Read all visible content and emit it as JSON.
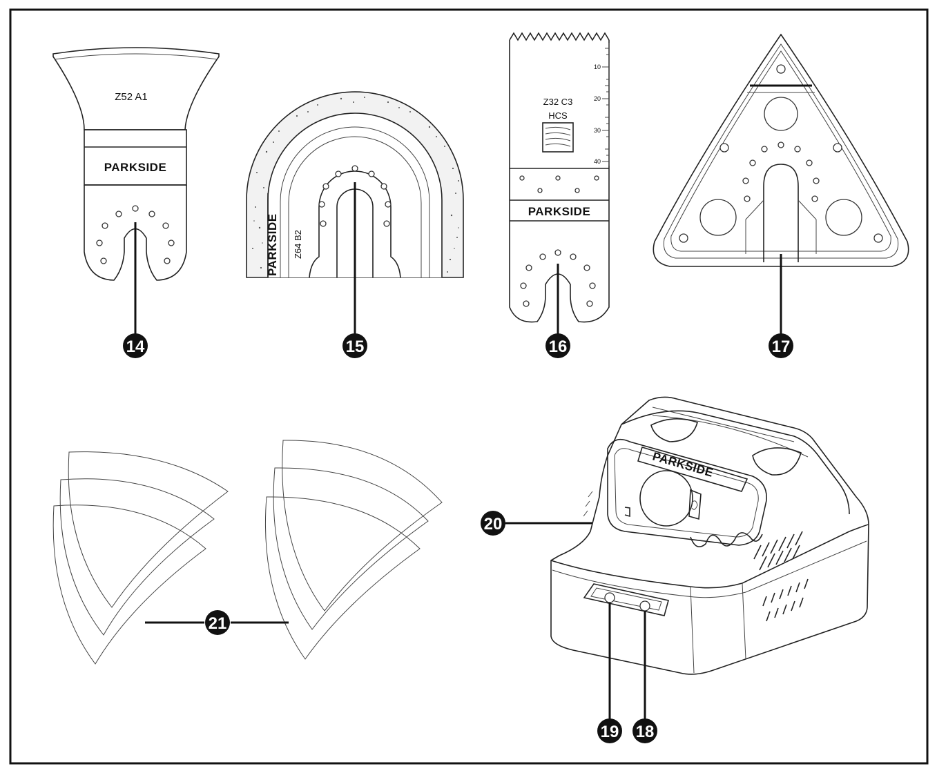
{
  "colors": {
    "line": "#111111",
    "background": "#ffffff",
    "badge_fill": "#111111",
    "badge_text": "#ffffff"
  },
  "accessories": {
    "blade_14": {
      "number": "14",
      "model": "Z52 A1",
      "brand": "PARKSIDE"
    },
    "blade_15": {
      "number": "15",
      "model": "Z64 B2",
      "brand": "PARKSIDE"
    },
    "blade_16": {
      "number": "16",
      "model": "Z32 C3",
      "material": "HCS",
      "brand": "PARKSIDE",
      "scale_marks": [
        "10",
        "20",
        "30",
        "40"
      ]
    },
    "sanding_plate_17": {
      "number": "17"
    },
    "charger": {
      "number_18": "18",
      "number_19": "19",
      "number_20": "20",
      "brand": "PARKSIDE"
    },
    "sanding_sheets_21": {
      "number": "21"
    }
  }
}
